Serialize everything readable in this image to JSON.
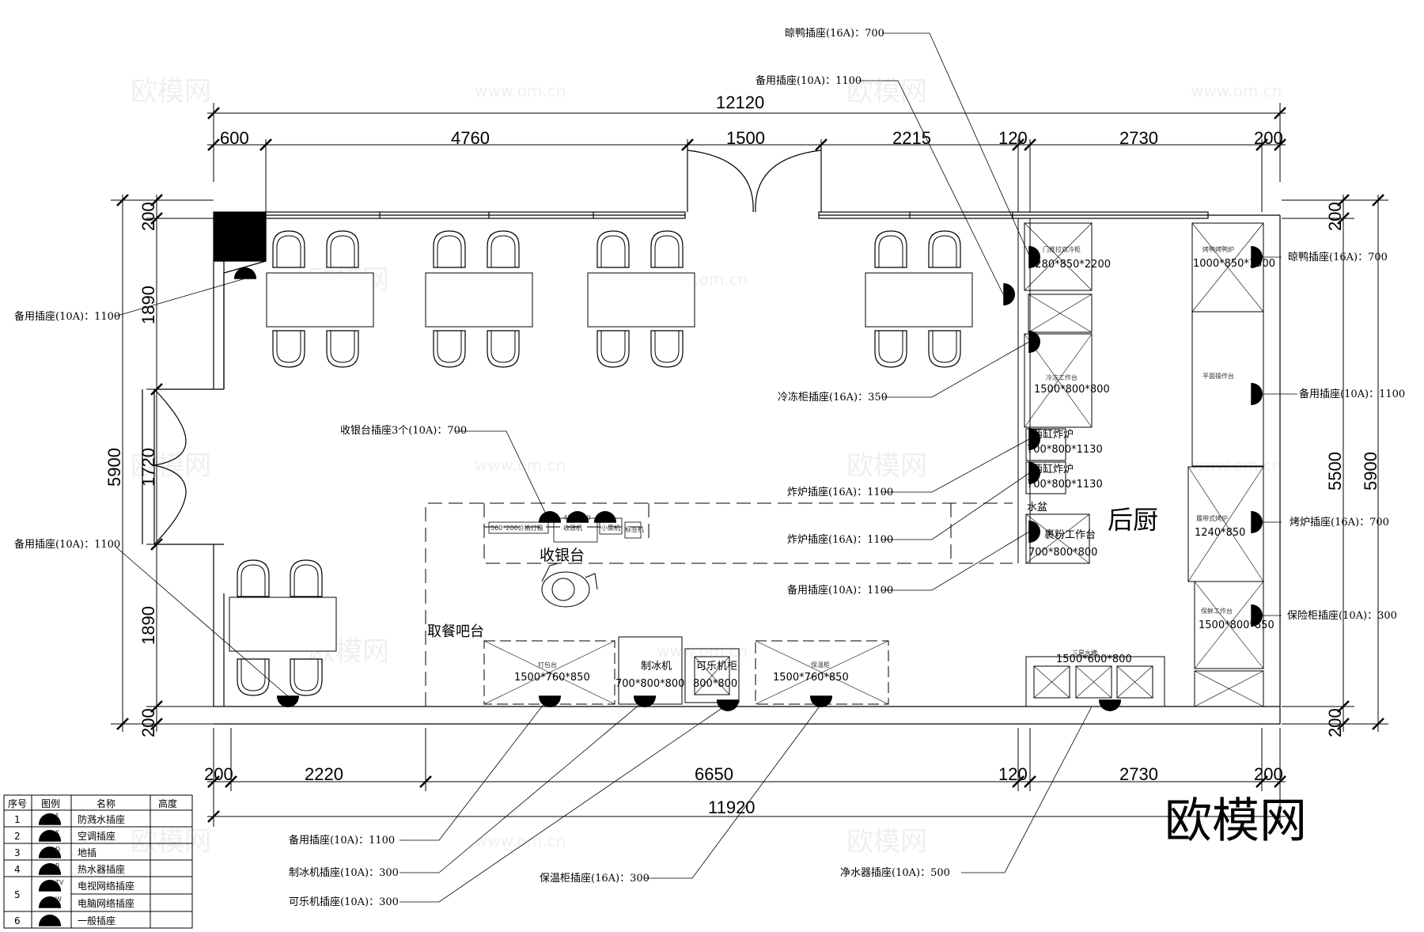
{
  "dimensions": {
    "top_total": "12120",
    "top_segments": [
      "600",
      "4760",
      "1500",
      "2215",
      "120",
      "2730",
      "200"
    ],
    "bottom_total": "11920",
    "bottom_segments": [
      "200",
      "2220",
      "6650",
      "120",
      "2730",
      "200"
    ],
    "left_total": "5900",
    "left_segments": [
      "200",
      "1890",
      "1720",
      "1890",
      "200"
    ],
    "right_total": "5900",
    "right_inner": "5500",
    "right_segments": [
      "200",
      "200"
    ]
  },
  "rooms": {
    "kitchen": "后厨",
    "cashier": "收银台",
    "bar": "取餐吧台",
    "sink": "水盆"
  },
  "equipment": {
    "ice_machine": {
      "name": "制冰机",
      "size": "700*800*800"
    },
    "cola_fridge": {
      "name": "可乐机柜",
      "size": "800*800"
    },
    "pack_table": {
      "size": "1500*760*850"
    },
    "warm_cabinet": {
      "size": "1500*760*850"
    },
    "fryer1": {
      "name": "两缸炸炉",
      "size": "700*800*1130"
    },
    "fryer2": {
      "name": "两缸炸炉",
      "size": "700*800*1130"
    },
    "breading": {
      "name": "裹粉工作台",
      "size": "700*800*800"
    },
    "freezer_table": {
      "size": "1500*800*800"
    },
    "door_fridge": {
      "size": "1280*850*2200"
    },
    "roast_duck": {
      "size": "1000*850*1500"
    },
    "oven": {
      "size": "1240*850"
    },
    "holding": {
      "size": "1500*800*850"
    },
    "sink3": {
      "size": "1500*600*800"
    },
    "cashier_small": [
      "560*200价格灯箱",
      "420*280",
      "收银机",
      "小票机",
      "标签机"
    ],
    "tiny_labels": [
      "门推拉双冷柜",
      "烤鸭烤鸭炉",
      "平面操作台",
      "冷冻工作台",
      "履带式烤炉",
      "保鲜工作台",
      "三星水槽",
      "打包台",
      "保温柜"
    ]
  },
  "callouts": {
    "c1": "晾鸭插座(16A)：700",
    "c2": "备用插座(10A)：1100",
    "c3": "备用插座(10A)：1100",
    "c4": "备用插座(10A)：1100",
    "c5": "收银台插座3个(10A)：700",
    "c6": "冷冻柜插座(16A)：350",
    "c7": "炸炉插座(16A)：1100",
    "c8": "炸炉插座(16A)：1100",
    "c9": "备用插座(10A)：1100",
    "c10": "晾鸭插座(16A)：700",
    "c11": "备用插座(10A)：1100",
    "c12": "烤炉插座(16A)：700",
    "c13": "保险柜插座(10A)：300",
    "c14": "备用插座(10A)：1100",
    "c15": "制冰机插座(10A)：300",
    "c16": "可乐机插座(10A)：300",
    "c17": "保温柜插座(16A)：300",
    "c18": "净水器插座(10A)：500"
  },
  "legend": {
    "headers": [
      "序号",
      "图例",
      "名称",
      "高度"
    ],
    "rows": [
      {
        "no": "1",
        "name": "防溅水插座",
        "tag": "F"
      },
      {
        "no": "2",
        "name": "空调插座",
        "tag": "K"
      },
      {
        "no": "3",
        "name": "地插",
        "tag": "D"
      },
      {
        "no": "4",
        "name": "热水器插座",
        "tag": "R"
      },
      {
        "no": "5",
        "name": "电视网络插座",
        "tag": "TV"
      },
      {
        "no": "",
        "name": "电脑网络插座",
        "tag": "W"
      },
      {
        "no": "6",
        "name": "一般插座",
        "tag": ""
      }
    ]
  },
  "watermark": {
    "brand": "欧模网",
    "url": "www.om.cn"
  }
}
